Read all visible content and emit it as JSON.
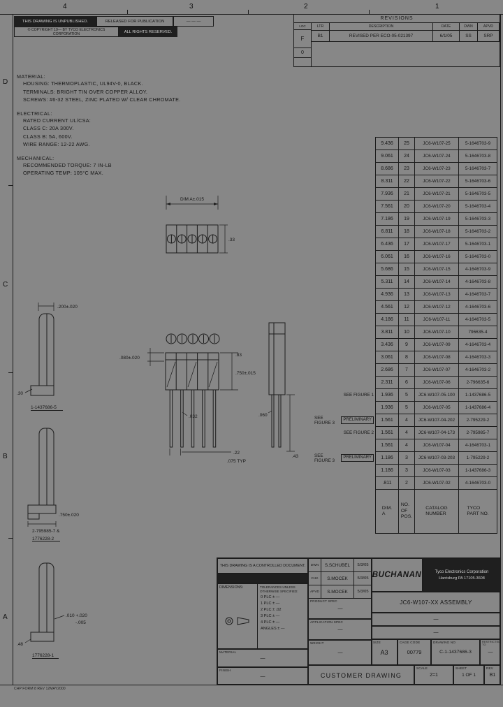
{
  "sheet": {
    "form_note": "CHP FORM 8 REV 12MAY2000",
    "zone_cols": [
      "4",
      "3",
      "2",
      "1"
    ],
    "zone_rows": [
      "D",
      "C",
      "B",
      "A"
    ]
  },
  "legal": {
    "unpublished": "THIS DRAWING IS UNPUBLISHED.",
    "released": "RELEASED FOR PUBLICATION",
    "released_date": "—  —  —",
    "copyright": "© COPYRIGHT 19— BY TYCO ELECTRONICS CORPORATION",
    "rights": "ALL RIGHTS RESERVED."
  },
  "revisions": {
    "title": "REVISIONS",
    "loc_label": "LOC",
    "flag_top": "F",
    "flag_bottom": "0",
    "headers": {
      "ltr": "LTR",
      "description": "DESCRIPTION",
      "date": "DATE",
      "dwn": "DWN",
      "apvd": "APVD"
    },
    "rows": [
      {
        "ltr": "B1",
        "description": "REVISED PER ECO-05-021397",
        "date": "6/1/05",
        "dwn": "SS",
        "apvd": "SRP"
      }
    ]
  },
  "notes": {
    "material_title": "MATERIAL:",
    "material_items": [
      "HOUSING: THERMOPLASTIC, UL94V-0, BLACK.",
      "TERMINALS: BRIGHT TIN OVER COPPER ALLOY.",
      "SCREWS: #6-32 STEEL, ZINC PLATED W/ CLEAR CHROMATE."
    ],
    "electrical_title": "ELECTRICAL:",
    "electrical_items": [
      "RATED CURRENT UL/CSA:",
      "CLASS C: 20A 300V.",
      "CLASS B: 5A, 600V.",
      "WIRE RANGE: 12-22 AWG."
    ],
    "mechanical_title": "MECHANICAL:",
    "mechanical_items": [
      "RECOMMENDED TORQUE: 7 IN-LB",
      "OPERATING TEMP: 105°C MAX."
    ]
  },
  "parts_table": {
    "footer_headers": {
      "dim": "DIM.\nA",
      "pos": "NO.\nOF\nPOS.",
      "catalog": "CATALOG\nNUMBER",
      "part": "TYCO\nPART NO."
    },
    "rows": [
      {
        "dim_a": "9.436",
        "pos": "25",
        "catalog": "JC6-W107-25",
        "part": "5-1646703-9"
      },
      {
        "dim_a": "9.061",
        "pos": "24",
        "catalog": "JC6-W107-24",
        "part": "5-1646703-8"
      },
      {
        "dim_a": "8.686",
        "pos": "23",
        "catalog": "JC6-W107-23",
        "part": "5-1646703-7"
      },
      {
        "dim_a": "8.311",
        "pos": "22",
        "catalog": "JC6-W107-22",
        "part": "5-1646703-6"
      },
      {
        "dim_a": "7.936",
        "pos": "21",
        "catalog": "JC6-W107-21",
        "part": "5-1646703-5"
      },
      {
        "dim_a": "7.561",
        "pos": "20",
        "catalog": "JC6-W107-20",
        "part": "5-1646703-4"
      },
      {
        "dim_a": "7.186",
        "pos": "19",
        "catalog": "JC6-W107-19",
        "part": "5-1646703-3"
      },
      {
        "dim_a": "6.811",
        "pos": "18",
        "catalog": "JC6-W107-18",
        "part": "5-1646703-2"
      },
      {
        "dim_a": "6.436",
        "pos": "17",
        "catalog": "JC6-W107-17",
        "part": "5-1646703-1"
      },
      {
        "dim_a": "6.061",
        "pos": "16",
        "catalog": "JC6-W107-16",
        "part": "5-1646703-0"
      },
      {
        "dim_a": "5.686",
        "pos": "15",
        "catalog": "JC6-W107-15",
        "part": "4-1646703-9"
      },
      {
        "dim_a": "5.311",
        "pos": "14",
        "catalog": "JC6-W107-14",
        "part": "4-1646703-8"
      },
      {
        "dim_a": "4.936",
        "pos": "13",
        "catalog": "JC6-W107-13",
        "part": "4-1646703-7"
      },
      {
        "dim_a": "4.561",
        "pos": "12",
        "catalog": "JC6-W107-12",
        "part": "4-1646703-6"
      },
      {
        "dim_a": "4.186",
        "pos": "11",
        "catalog": "JC6-W107-11",
        "part": "4-1646703-5"
      },
      {
        "dim_a": "3.811",
        "pos": "10",
        "catalog": "JC6-W107-10",
        "part": "796635-4"
      },
      {
        "dim_a": "3.436",
        "pos": "9",
        "catalog": "JC6-W107-09",
        "part": "4-1646703-4"
      },
      {
        "dim_a": "3.061",
        "pos": "8",
        "catalog": "JC6-W107-08",
        "part": "4-1646703-3"
      },
      {
        "dim_a": "2.686",
        "pos": "7",
        "catalog": "JC6-W107-07",
        "part": "4-1646703-2"
      },
      {
        "dim_a": "2.311",
        "pos": "6",
        "catalog": "JC6-W107-06",
        "part": "2-796635-6"
      },
      {
        "dim_a": "1.936",
        "pos": "5",
        "catalog": "JC6-W107-05-100",
        "part": "1-1437686-5",
        "note": "SEE FIGURE 1"
      },
      {
        "dim_a": "1.936",
        "pos": "5",
        "catalog": "JC6-W107-05",
        "part": "1-1437686-4"
      },
      {
        "dim_a": "1.561",
        "pos": "4",
        "catalog": "JC6-W107-04-202",
        "part": "2-795229-2",
        "note": "SEE FIGURE 3",
        "preliminary_label": "PRELIMINARY"
      },
      {
        "dim_a": "1.561",
        "pos": "4",
        "catalog": "JC6-W107-04-173",
        "part": "2-795985-7",
        "note": "SEE FIGURE 2"
      },
      {
        "dim_a": "1.561",
        "pos": "4",
        "catalog": "JC6-W107-04",
        "part": "4-1646703-1"
      },
      {
        "dim_a": "1.186",
        "pos": "3",
        "catalog": "JC6-W107-03-203",
        "part": "1-795229-2",
        "note": "SEE FIGURE 3",
        "preliminary_label": "PRELIMINARY"
      },
      {
        "dim_a": "1.186",
        "pos": "3",
        "catalog": "JC6-W107-03",
        "part": "1-1437686-3"
      },
      {
        "dim_a": ".811",
        "pos": "2",
        "catalog": "JC6-W107-02",
        "part": "4-1646703-0"
      }
    ]
  },
  "figures": {
    "top_view": {
      "dim_a": "DIM A±.015",
      "height": ".33"
    },
    "front_view": {
      "left_dim": ".080±.020",
      "right_dim1": ".83",
      "right_dim2": ".750±.015",
      "pin_width": ".032",
      "pin_dim1": ".22",
      "pin_dim2": ".075 TYP"
    },
    "side_view": {
      "pin_w": ".060",
      "pin_len": ".43"
    },
    "fig1": {
      "top_dim": ".200±.020",
      "left_dim": ".30",
      "caption": "1-1437686-5"
    },
    "fig2": {
      "dim": ".750±.020",
      "caption1": "2-795985-7 &",
      "caption2": "1776228-2"
    },
    "fig3": {
      "dim_line1": ".010 +.020",
      "dim_line2": "-.005",
      "height": ".48",
      "caption": "1776228-1"
    }
  },
  "title_block": {
    "controlled": "THIS DRAWING IS A CONTROLLED DOCUMENT.",
    "dimensions_label": "DIMENSIONS:",
    "tolerances_label": "TOLERANCES UNLESS OTHERWISE SPECIFIED:",
    "tolerances": [
      "0 PLC  ± —",
      "1 PLC  ± —",
      "2 PLC  ± .02",
      "3 PLC  ± —",
      "4 PLC  ± —",
      "ANGLES  ± —"
    ],
    "material_label": "MATERIAL",
    "material_value": "—",
    "finish_label": "FINISH",
    "finish_value": "—",
    "sign_rows": [
      {
        "label": "DWN",
        "name": "S.SCHUBEL",
        "date": "5/3/05"
      },
      {
        "label": "CHK",
        "name": "S.MOCEK",
        "date": "5/3/05"
      },
      {
        "label": "APVD",
        "name": "S.MOCEK",
        "date": "5/3/05"
      }
    ],
    "product_spec_label": "PRODUCT SPEC",
    "product_spec_value": "—",
    "application_spec_label": "APPLICATION SPEC",
    "application_spec_value": "—",
    "weight_label": "WEIGHT",
    "weight_value": "—",
    "brand": "BUCHANAN",
    "company_line1": "Tyco Electronics Corporation",
    "company_line2": "Harrisburg PA 17105-3608",
    "drawing_name": "JC6-W107-XX ASSEMBLY",
    "blank_row1": "—",
    "blank_row2": "—",
    "size_label": "SIZE",
    "size_value": "A3",
    "cage_label": "CAGE CODE",
    "cage_value": "00779",
    "drawing_no_label": "DRAWING NO",
    "drawing_no_value": "C-1-1437686-3",
    "restricted_label": "RESTRICTED TO",
    "restricted_value": "—",
    "customer_drawing": "CUSTOMER DRAWING",
    "scale_label": "SCALE",
    "scale_value": "2=1",
    "sheet_label": "SHEET",
    "sheet_value": "1 OF 1",
    "rev_label": "REV",
    "rev_value": "B1"
  }
}
